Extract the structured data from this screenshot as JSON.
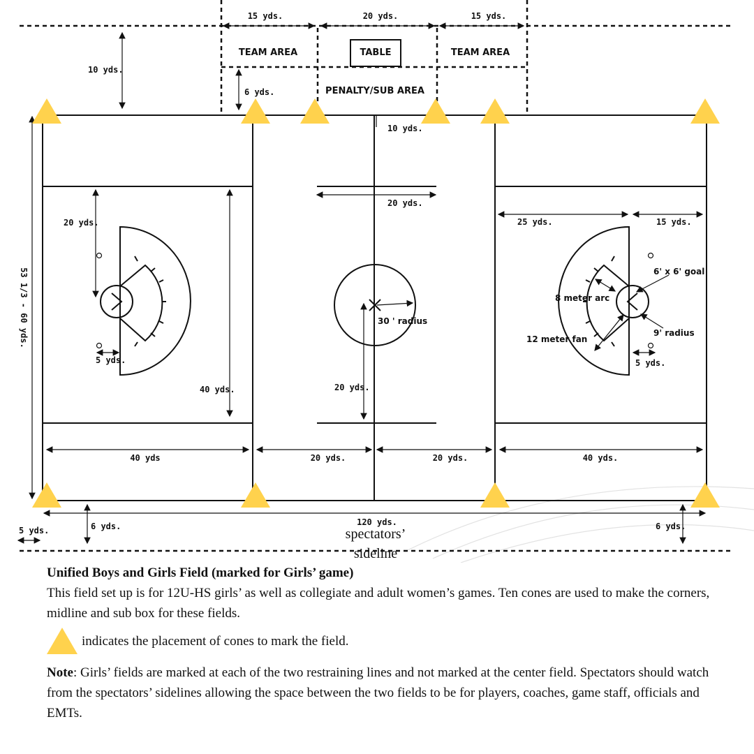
{
  "diagram": {
    "top_labels": {
      "team_area_left": "TEAM AREA",
      "table": "TABLE",
      "team_area_right": "TEAM AREA",
      "penalty_sub_area": "PENALTY/SUB AREA"
    },
    "dimensions": {
      "top_15_left": "15 yds.",
      "top_20": "20 yds.",
      "top_15_right": "15 yds.",
      "ten_yds_left": "10 yds.",
      "six_yds_top": "6 yds.",
      "ten_yds_center": "10 yds.",
      "twenty_yds_center_line": "20 yds.",
      "side_length": "53 1/3 - 60 yds.",
      "left_20": "20 yds.",
      "left_5": "5 yds.",
      "left_40_vert": "40 yds.",
      "center_20_vert": "20 yds.",
      "right_25": "25 yds.",
      "right_15": "15 yds.",
      "right_5": "5 yds.",
      "bottom_40_left": "40 yds",
      "bottom_20_left": "20 yds.",
      "bottom_20_right": "20 yds.",
      "bottom_40_right": "40 yds.",
      "total_120": "120 yds.",
      "bottom_6_left": "6 yds.",
      "bottom_6_right": "6 yds.",
      "bottom_5": "5 yds."
    },
    "annotations": {
      "radius_30": "30 ' radius",
      "goal_6x6": "6' x 6' goal",
      "meter_arc_8": "8 meter arc",
      "radius_9": "9' radius",
      "meter_fan_12": "12 meter fan",
      "spectators_line1": "spectators’",
      "spectators_line2": "sideline"
    },
    "colors": {
      "cone": "#ffd24d",
      "lines": "#111111"
    }
  },
  "caption": {
    "title": "Unified Boys and Girls Field (marked for Girls’ game)",
    "body": "This field set up is for 12U-HS girls’ as well as collegiate and adult women’s games. Ten cones are used to make the corners, midline and sub box for these fields.",
    "cone_legend": "indicates the placement of cones to mark the field.",
    "note_label": "Note",
    "note_text": ": Girls’ fields are marked at each of the two restraining lines and not marked at the center field. Spectators should watch from the spectators’ sidelines allowing the space between the two fields to be for players, coaches, game staff, officials and EMTs."
  }
}
